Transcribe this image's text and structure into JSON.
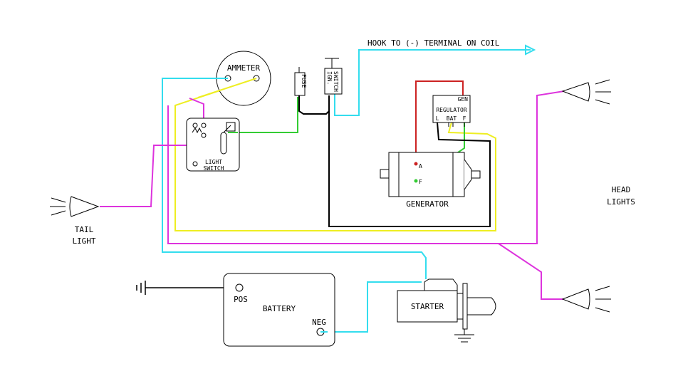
{
  "labels": {
    "hook_to_coil": "HOOK TO (-) TERMINAL ON COIL",
    "ammeter": "AMMETER",
    "fuse": "FUSE",
    "ign_switch": "IGN. SWITCH",
    "gen": "GEN",
    "regulator": "REGULATOR",
    "bat": "BAT",
    "f_terminal": "F",
    "generator": "GENERATOR",
    "gen_a": "A",
    "gen_f": "F",
    "light_switch_line1": "LIGHT",
    "light_switch_line2": "SWITCH",
    "tail_line1": "TAIL",
    "tail_line2": "LIGHT",
    "head_line1": "HEAD",
    "head_line2": "LIGHTS",
    "battery": "BATTERY",
    "pos": "POS",
    "neg": "NEG",
    "starter": "STARTER",
    "reg_l": "L"
  },
  "colors": {
    "cyan": "#33ddee",
    "yellow": "#eeee22",
    "magenta": "#dd33dd",
    "green": "#33cc33",
    "red": "#cc2222",
    "black": "#000000"
  }
}
